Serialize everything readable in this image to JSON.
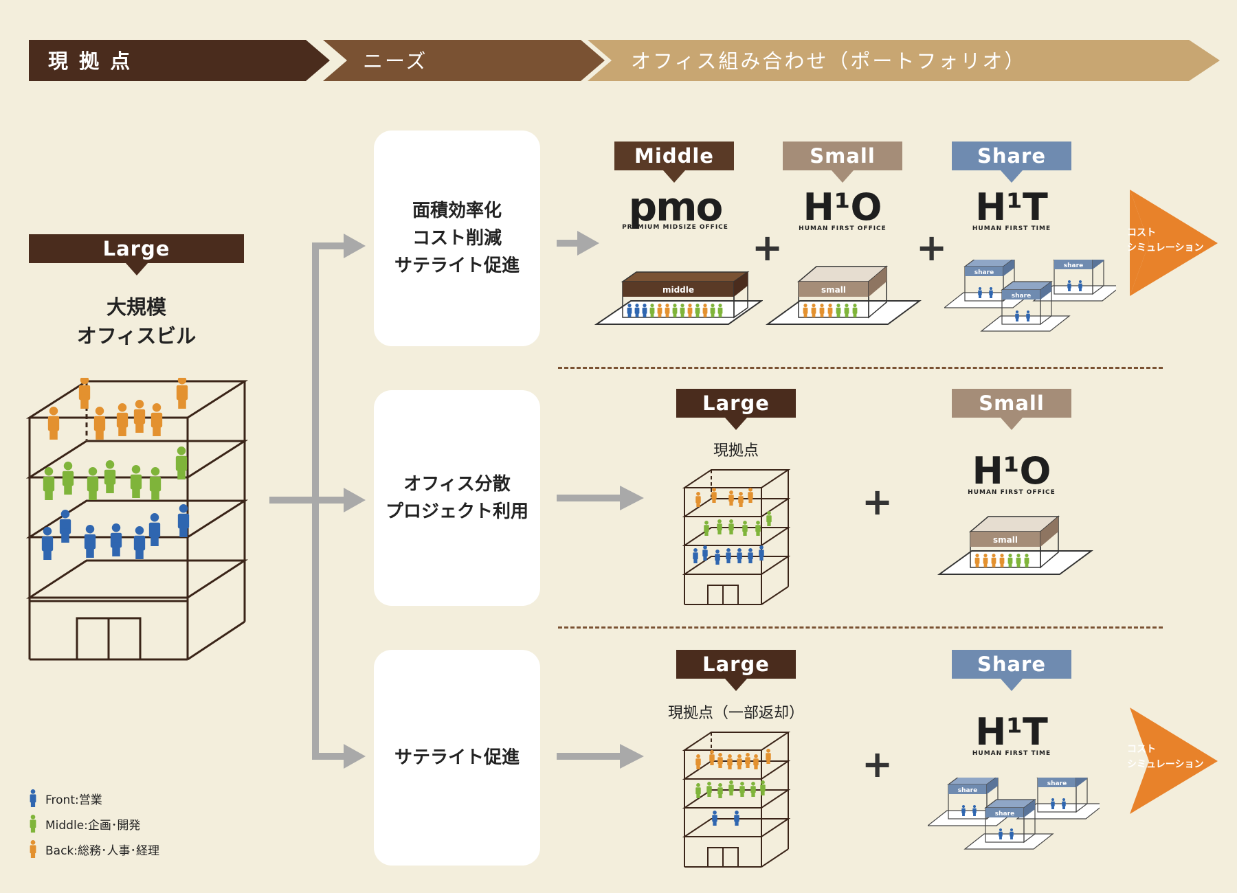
{
  "header": {
    "steps": [
      {
        "label": "現 拠 点"
      },
      {
        "label": "ニーズ"
      },
      {
        "label": "オフィス組み合わせ（ポートフォリオ）"
      }
    ]
  },
  "current": {
    "tag": "Large",
    "title_line1": "大規模",
    "title_line2": "オフィスビル"
  },
  "needs": [
    {
      "lines": [
        "面積効率化",
        "コスト削減",
        "サテライト促進"
      ]
    },
    {
      "lines": [
        "オフィス分散",
        "プロジェクト利用"
      ]
    },
    {
      "lines": [
        "サテライト促進"
      ]
    }
  ],
  "row1": {
    "tags": [
      "Middle",
      "Small",
      "Share"
    ],
    "pmo_logo": "pmo",
    "pmo_sub": "PREMIUM MIDSIZE OFFICE",
    "hio_logo": "H¹O",
    "hio_sub": "HUMAN FIRST OFFICE",
    "hit_logo": "H¹T",
    "hit_sub": "HUMAN FIRST TIME",
    "middle_label": "middle",
    "small_label": "small",
    "share_labels": [
      "share",
      "share",
      "share"
    ],
    "plus": [
      "+",
      "+"
    ],
    "sim_line1": "コスト",
    "sim_line2": "シミュレーション"
  },
  "row2": {
    "tags": [
      "Large",
      "Small"
    ],
    "caption": "現拠点",
    "hio_logo": "H¹O",
    "hio_sub": "HUMAN FIRST OFFICE",
    "small_label": "small",
    "plus": "+"
  },
  "row3": {
    "tags": [
      "Large",
      "Share"
    ],
    "caption": "現拠点（一部返却）",
    "hit_logo": "H¹T",
    "hit_sub": "HUMAN FIRST TIME",
    "share_labels": [
      "share",
      "share",
      "share"
    ],
    "plus": "+",
    "sim_line1": "コスト",
    "sim_line2": "シミュレーション"
  },
  "legend": [
    {
      "label": "Front:営業",
      "color": "#2f66b0"
    },
    {
      "label": "Middle:企画･開発",
      "color": "#7fb43a"
    },
    {
      "label": "Back:総務･人事･経理",
      "color": "#e3912f"
    }
  ],
  "colors": {
    "background": "#f3eedc",
    "header1": "#4a2c1d",
    "header2": "#7a5233",
    "header3": "#c8a672",
    "arrow": "#a9a9a9",
    "simulation": "#e8822a",
    "front": "#2f66b0",
    "middle": "#7fb43a",
    "back": "#e3912f"
  }
}
